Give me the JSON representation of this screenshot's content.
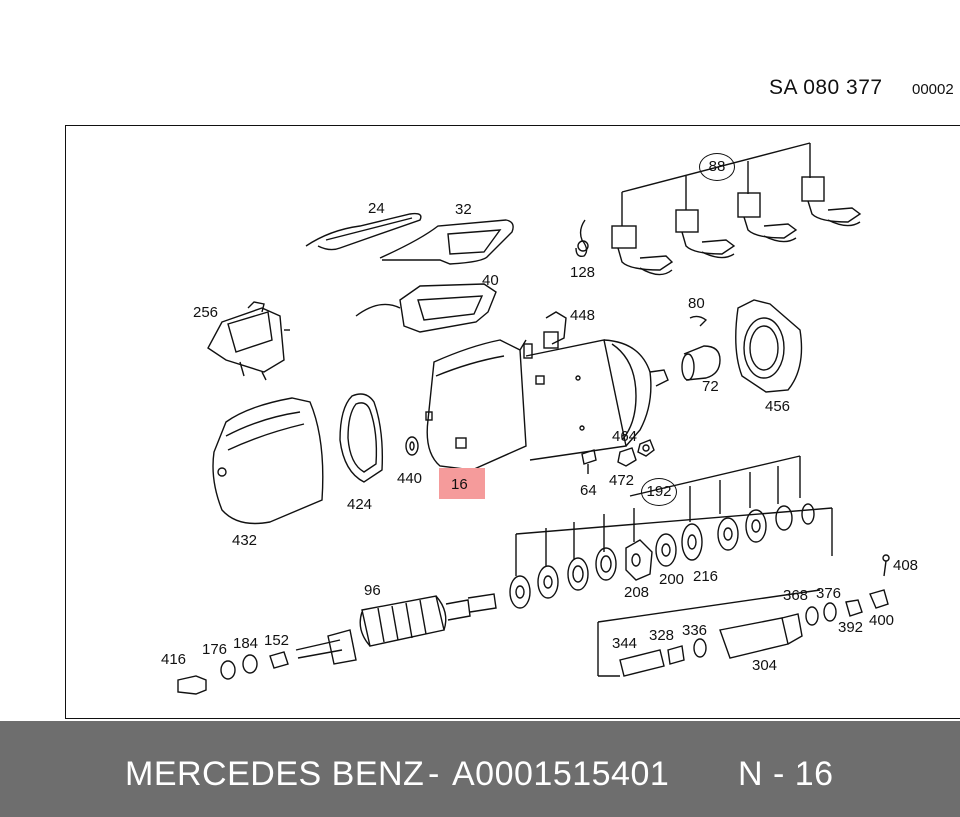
{
  "header": {
    "code": "SA 080 377",
    "number": "00002"
  },
  "labels": {
    "l88": "88",
    "l24": "24",
    "l32": "32",
    "l128": "128",
    "l40": "40",
    "l448": "448",
    "l256": "256",
    "l80": "80",
    "l72": "72",
    "l456": "456",
    "l464": "464",
    "l440": "440",
    "l424": "424",
    "l432": "432",
    "l64": "64",
    "l472": "472",
    "l192": "192",
    "l408": "408",
    "l208": "208",
    "l200": "200",
    "l216": "216",
    "l96": "96",
    "l368": "368",
    "l376": "376",
    "l392": "392",
    "l400": "400",
    "l416": "416",
    "l176": "176",
    "l184": "184",
    "l152": "152",
    "l344": "344",
    "l328": "328",
    "l336": "336",
    "l304": "304"
  },
  "highlight": {
    "label": "16"
  },
  "footer": {
    "brand": "MERCEDES BENZ",
    "separator": "-",
    "part_number": "A0001515401",
    "ref": "N - 16"
  }
}
